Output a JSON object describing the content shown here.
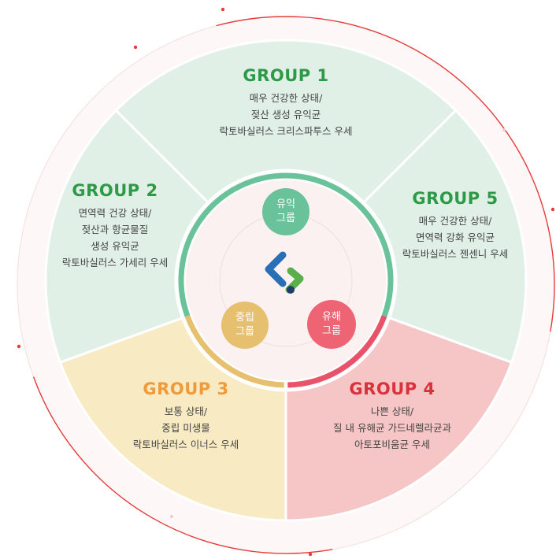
{
  "colors": {
    "g1_fill": "#e1f0e7",
    "g5_fill": "#e1f0e7",
    "g2_fill": "#e1f0e7",
    "g3_fill": "#f8ebc4",
    "g4_fill": "#f6c5c6",
    "green": "#2d9a47",
    "orange": "#f09a3a",
    "red": "#d9323c",
    "ring_green": "#6ac29b",
    "ring_yellow": "#e7c06f",
    "ring_red": "#e9536a",
    "outer_ring": "#e53b3b",
    "center_fill": "#fbf1f1"
  },
  "groups": {
    "g1": {
      "title": "GROUP 1",
      "lines": [
        "매우 건강한 상태/",
        "젖산 생성 유익균",
        "락토바실러스 크리스파투스 우세"
      ]
    },
    "g2": {
      "title": "GROUP 2",
      "lines": [
        "면역력 건강 상태/",
        "젖산과 항균물질",
        "생성 유익균",
        "락토바실러스 가세리 우세"
      ]
    },
    "g3": {
      "title": "GROUP 3",
      "lines": [
        "보통 상태/",
        "중립 미생물",
        "락토바실러스 이너스 우세"
      ]
    },
    "g4": {
      "title": "GROUP 4",
      "lines": [
        "나쁜 상태/",
        "질 내 유해균 가드네렐라균과",
        "아토포비움균 우세"
      ]
    },
    "g5": {
      "title": "GROUP 5",
      "lines": [
        "매우 건강한 상태/",
        "면역력 강화 유익균",
        "락토바실러스 젠센니 우세"
      ]
    }
  },
  "center": {
    "beneficial": {
      "line1": "유익",
      "line2": "그룹"
    },
    "neutral": {
      "line1": "중립",
      "line2": "그룹"
    },
    "harmful": {
      "line1": "유해",
      "line2": "그룹"
    },
    "logo_icon": "brand-chevron-logo"
  }
}
